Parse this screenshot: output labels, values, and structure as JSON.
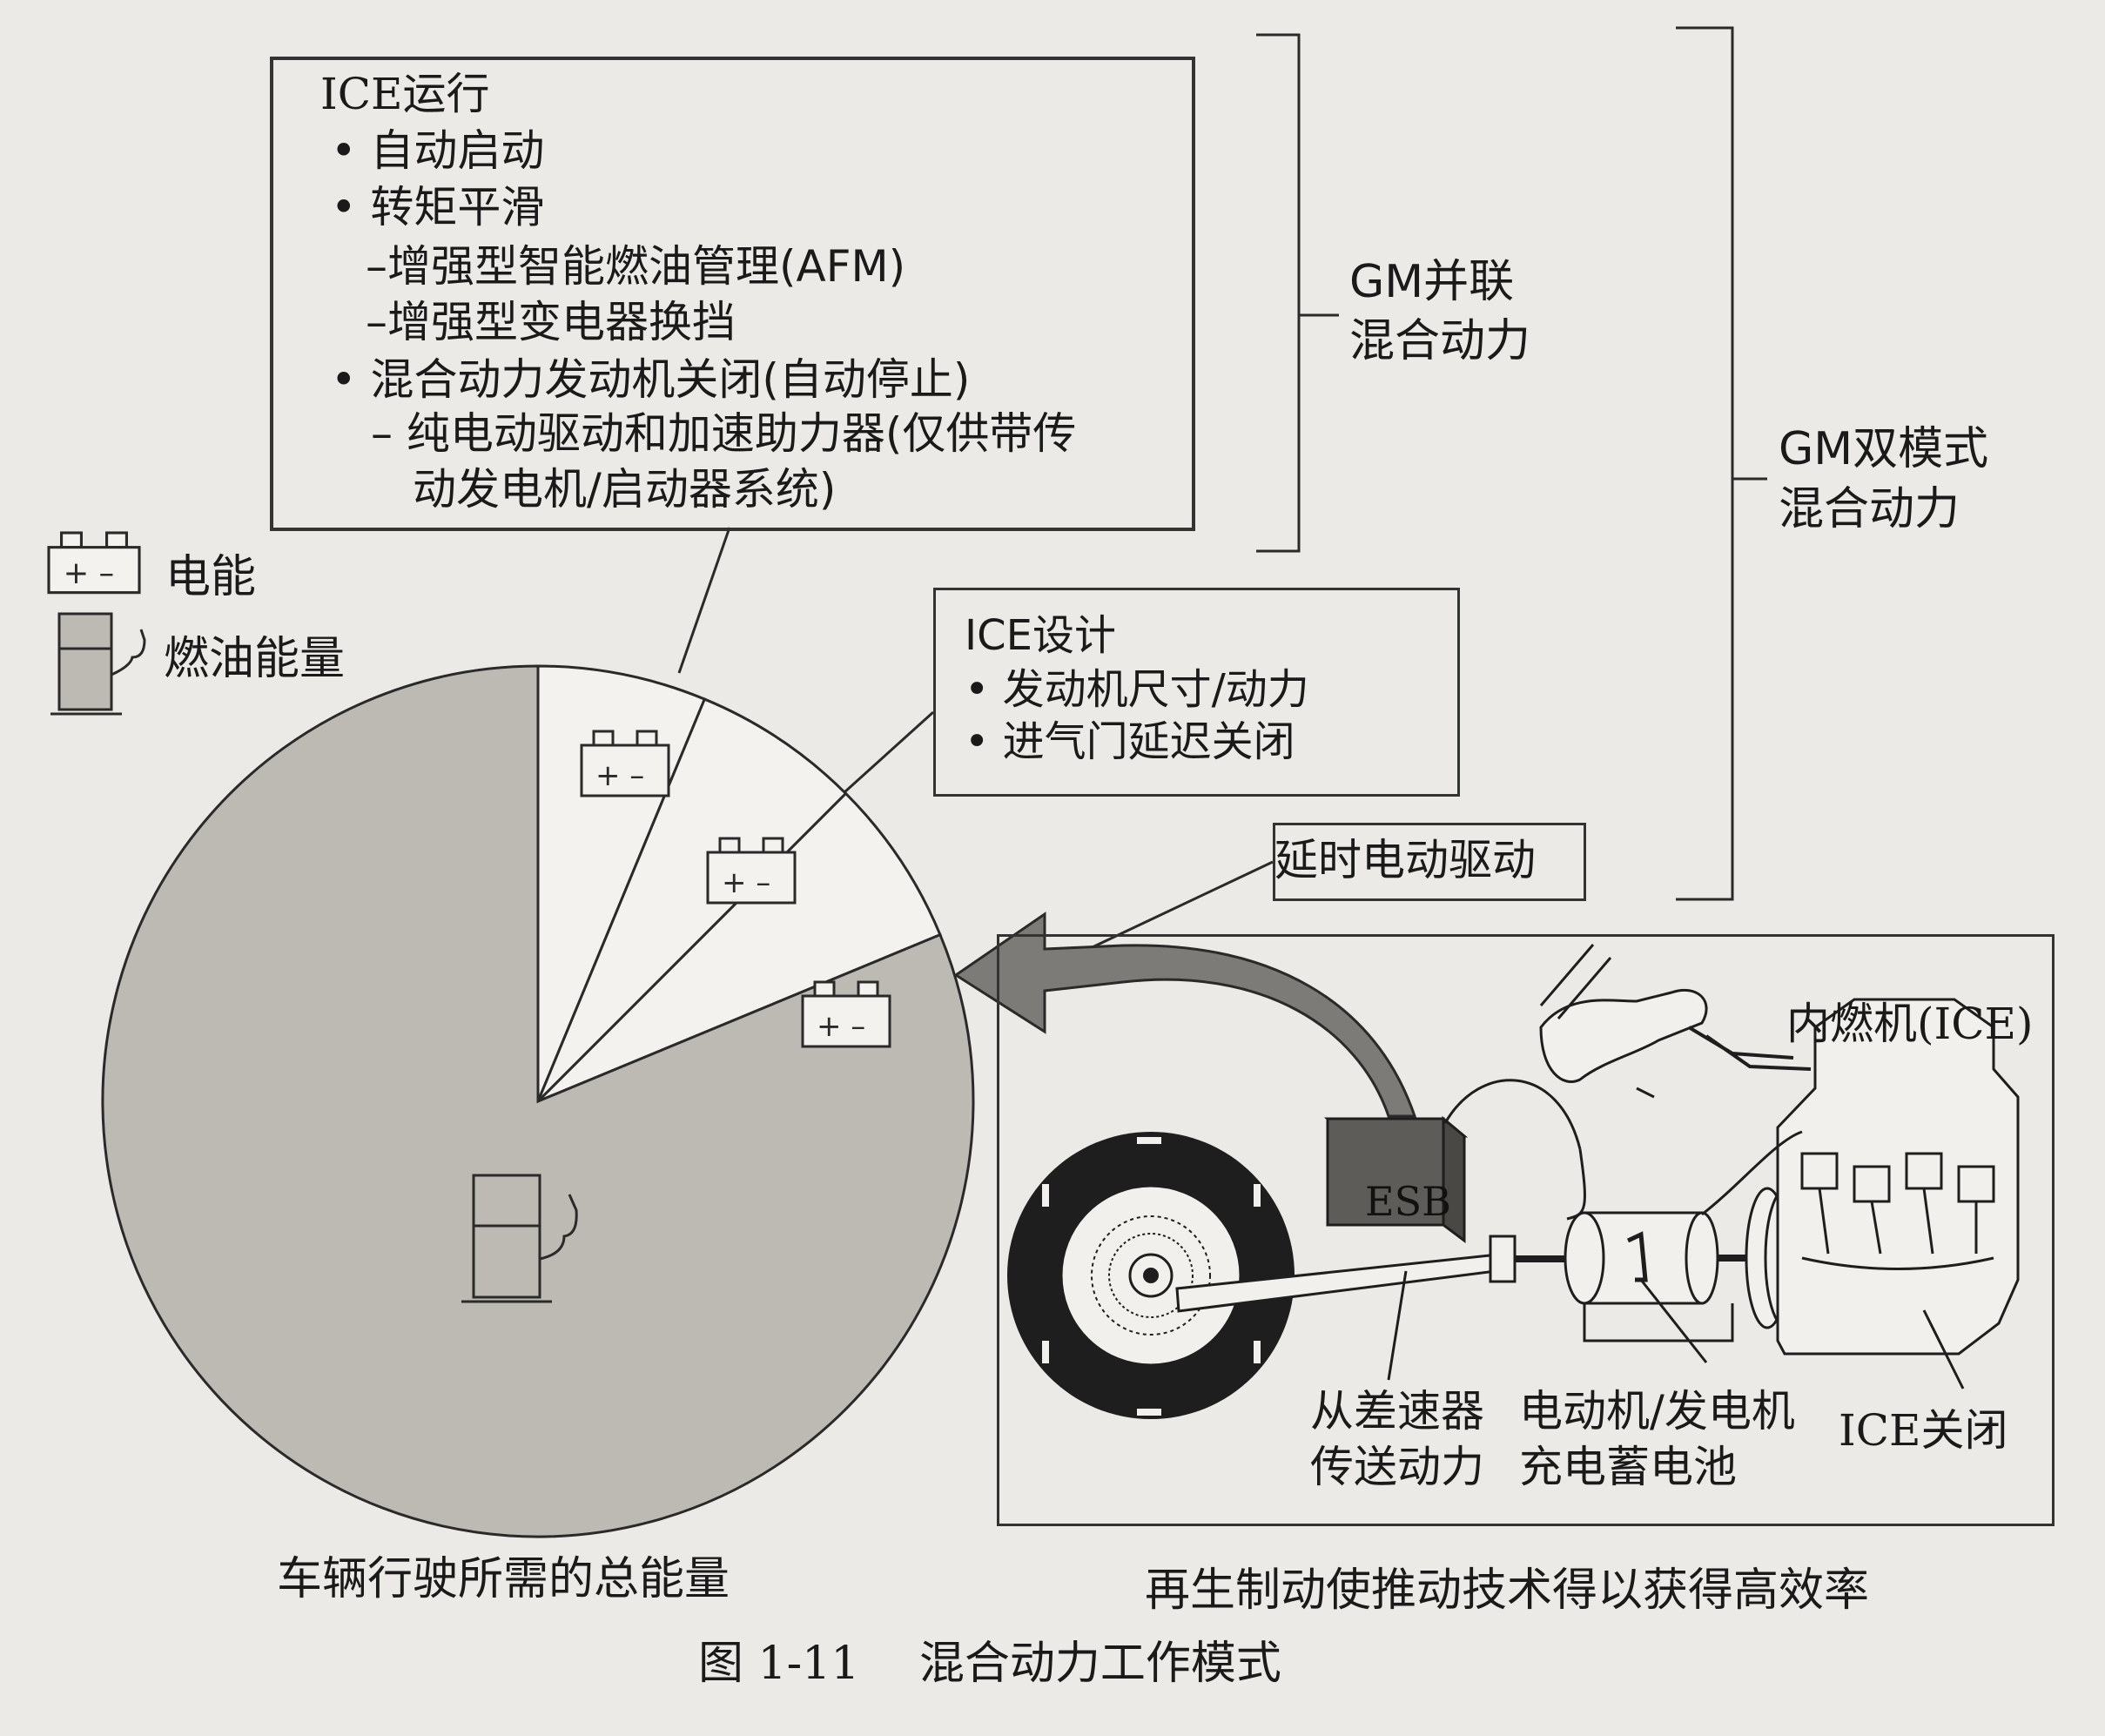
{
  "ice_operation": {
    "title": "ICE运行",
    "auto_start": "• 自动启动",
    "torque_smooth": "• 转矩平滑",
    "afm": "–增强型智能燃油管理(AFM)",
    "shift": "–增强型变电器换挡",
    "auto_stop": "• 混合动力发动机关闭(自动停止)",
    "electric_drive_l1": "– 纯电动驱动和加速助力器(仅供带传",
    "electric_drive_l2": "动发电机/启动器系统)"
  },
  "gm_parallel": {
    "line1": "GM并联",
    "line2": "混合动力"
  },
  "gm_two_mode": {
    "line1": "GM双模式",
    "line2": "混合动力"
  },
  "legend": {
    "electric": "电能",
    "fuel": "燃油能量"
  },
  "ice_design": {
    "title": "ICE设计",
    "engine_size": "• 发动机尺寸/动力",
    "intake_valve": "• 进气门延迟关闭"
  },
  "delayed_drive": "延时电动驱动",
  "drivetrain": {
    "ice_label": "内燃机(ICE)",
    "esb": "ESB",
    "diff_l1": "从差速器",
    "diff_l2": "传送动力",
    "motor_l1": "电动机/发电机",
    "motor_l2": "充电蓄电池",
    "ice_off": "ICE关闭"
  },
  "captions": {
    "pie": "车辆行驶所需的总能量",
    "regen": "再生制动使推动技术得以获得高效率",
    "figure": "图 1-11　 混合动力工作模式"
  },
  "chart_data": {
    "type": "pie",
    "title": "",
    "slices": [
      {
        "kind": "electric",
        "value": 6.25
      },
      {
        "kind": "electric",
        "value": 6.25
      },
      {
        "kind": "electric",
        "value": 6.25
      },
      {
        "kind": "fuel",
        "value": 81.25
      }
    ]
  },
  "colors": {
    "fuel": "#bdbab4",
    "electric": "#f4f2ee",
    "arrow": "#7d7b77",
    "esb": "#5e5c58",
    "line": "#2a2a2a"
  }
}
